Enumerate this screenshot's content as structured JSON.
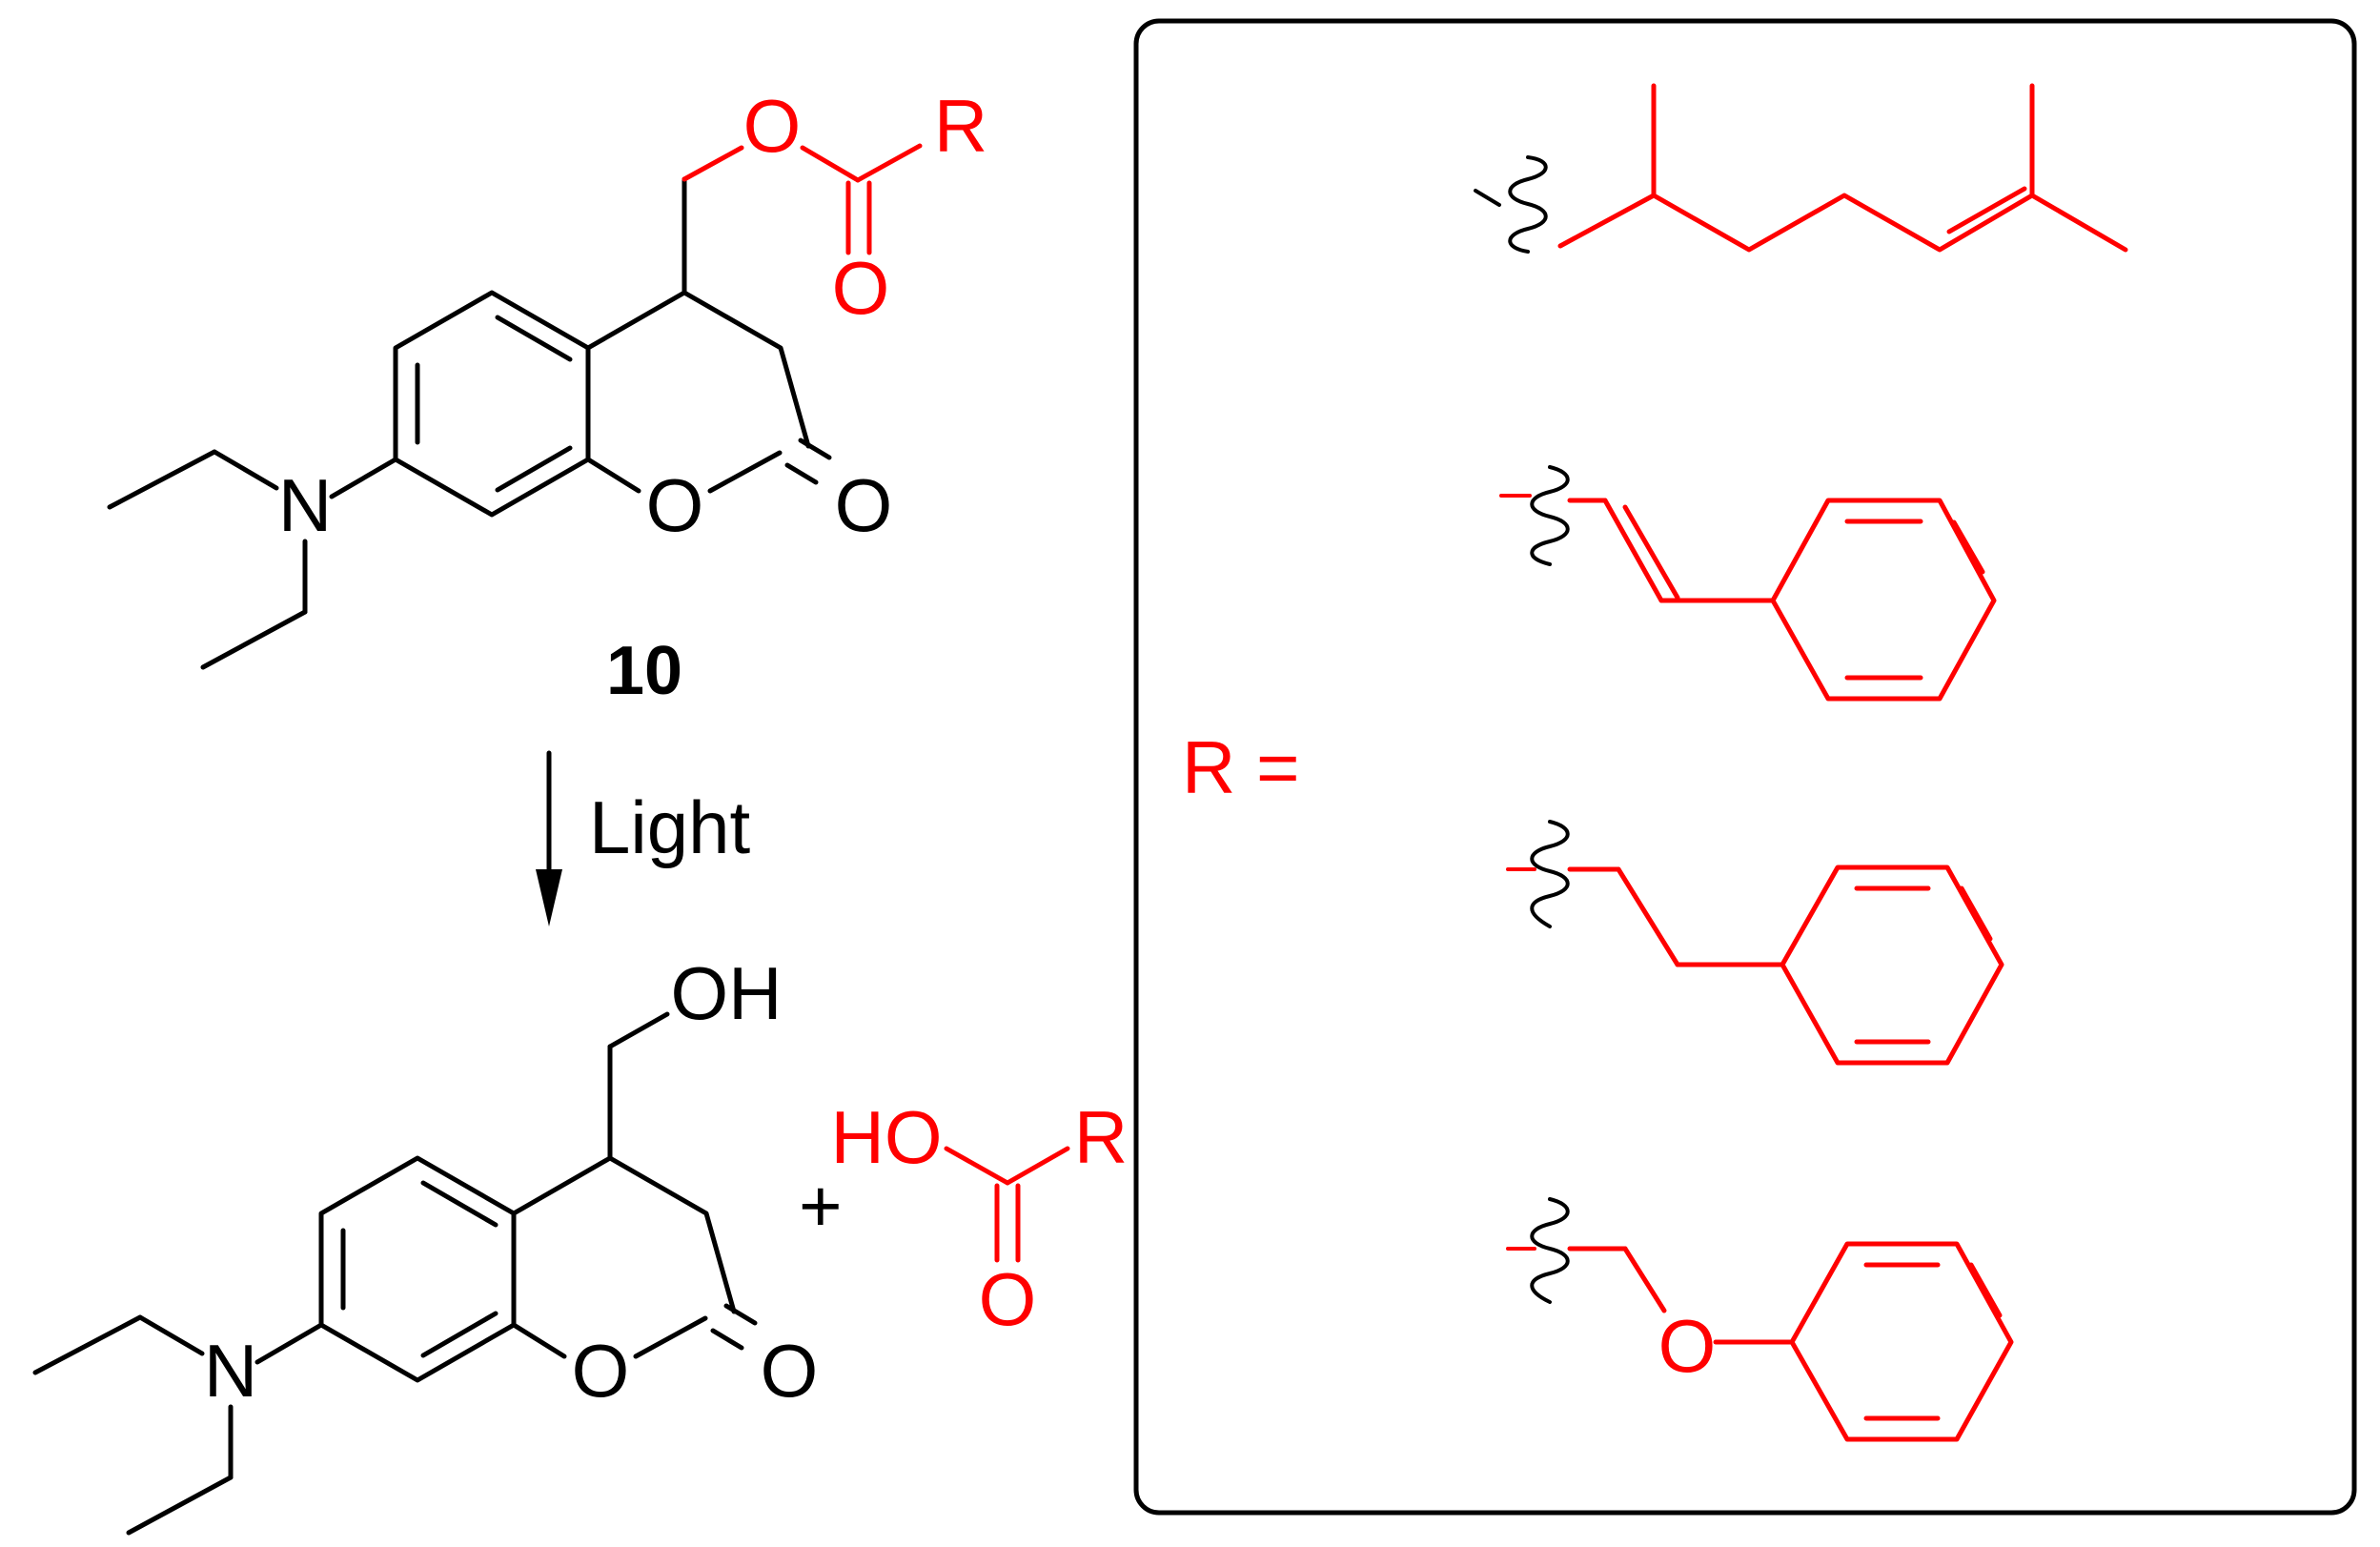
{
  "colors": {
    "structure": "#000000",
    "highlight": "#ff0000"
  },
  "atoms": {
    "nitrogen": "N",
    "oxygen": "O",
    "hydroxyl": "OH",
    "carboxylic_ho": "HO",
    "r_group": "R"
  },
  "compound_label": "10",
  "reaction": {
    "condition": "Light",
    "plus": "+"
  },
  "r_group_panel": {
    "label": "R ="
  }
}
